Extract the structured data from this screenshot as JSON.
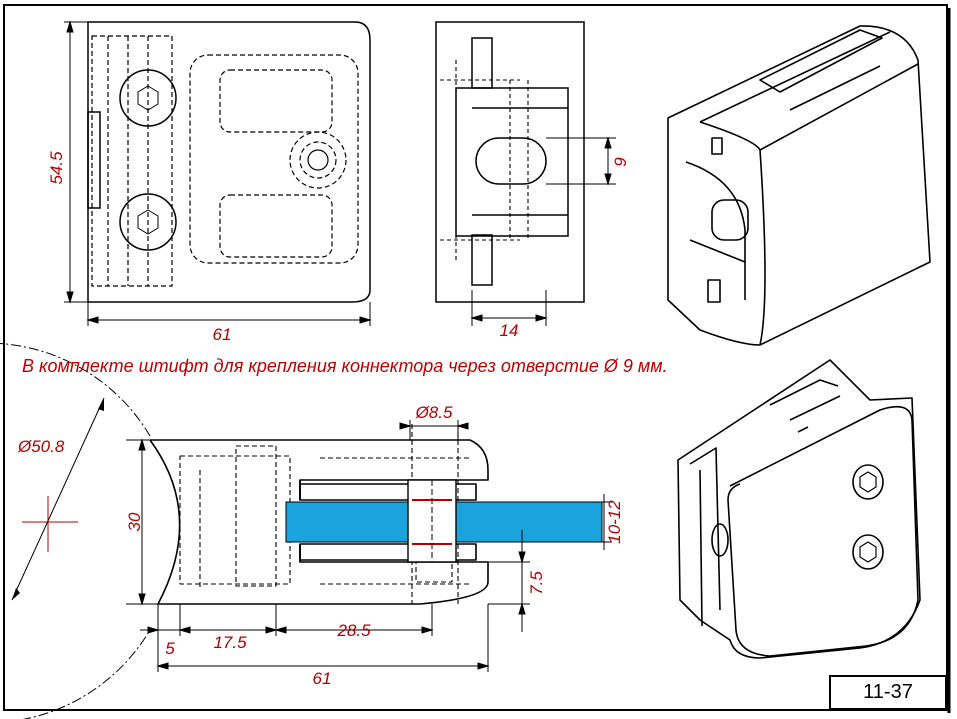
{
  "dims": {
    "top_height": "54.5",
    "top_width": "61",
    "side_slot": "9",
    "side_width": "14",
    "bottom_radius": "Ø50.8",
    "bottom_height": "30",
    "pin_dia": "Ø8.5",
    "glass": "10-12",
    "offset_vertical": "7.5",
    "len_5": "5",
    "len_17_5": "17.5",
    "len_28_5": "28.5",
    "bottom_width": "61"
  },
  "note": "В комплекте штифт для крепления коннектора через отверстие Ø 9 мм.",
  "drawing_code": "11-37",
  "colors": {
    "dim": "#b30000",
    "glass": "#1aa3dd",
    "line": "#000000"
  }
}
